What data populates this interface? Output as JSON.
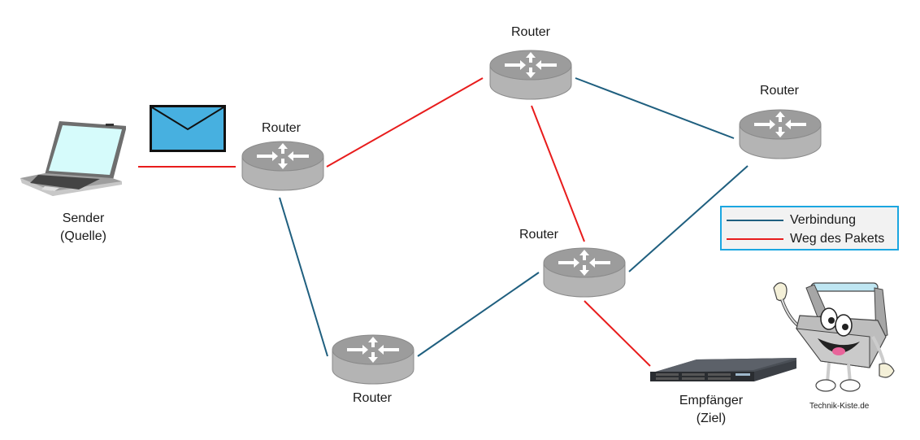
{
  "diagram": {
    "colors": {
      "connection": "#1f5f7f",
      "packet_path": "#e81c1c",
      "router_body": "#b4b4b4",
      "router_top": "#9c9c9c",
      "envelope": "#47b0e0",
      "legend_border": "#1ba6e0",
      "legend_bg": "#f2f2f2"
    },
    "nodes": [
      {
        "id": "sender",
        "type": "laptop",
        "label_line1": "Sender",
        "label_line2": "(Quelle)"
      },
      {
        "id": "router-1",
        "type": "router",
        "label": "Router"
      },
      {
        "id": "router-top",
        "type": "router",
        "label": "Router"
      },
      {
        "id": "router-right",
        "type": "router",
        "label": "Router"
      },
      {
        "id": "router-mid",
        "type": "router",
        "label": "Router"
      },
      {
        "id": "router-bottom",
        "type": "router",
        "label": "Router"
      },
      {
        "id": "receiver",
        "type": "server",
        "label_line1": "Empfänger",
        "label_line2": "(Ziel)"
      }
    ],
    "edges": [
      {
        "from": "sender",
        "to": "router-1",
        "kind": "packet_path"
      },
      {
        "from": "router-1",
        "to": "router-top",
        "kind": "packet_path"
      },
      {
        "from": "router-top",
        "to": "router-mid",
        "kind": "packet_path"
      },
      {
        "from": "router-mid",
        "to": "receiver",
        "kind": "packet_path"
      },
      {
        "from": "router-top",
        "to": "router-right",
        "kind": "connection"
      },
      {
        "from": "router-right",
        "to": "router-mid",
        "kind": "connection"
      },
      {
        "from": "router-1",
        "to": "router-bottom",
        "kind": "connection"
      },
      {
        "from": "router-bottom",
        "to": "router-mid",
        "kind": "connection"
      }
    ],
    "packet_icon": "envelope-icon",
    "legend": {
      "items": [
        {
          "kind": "connection",
          "label": "Verbindung"
        },
        {
          "kind": "packet_path",
          "label": "Weg des Pakets"
        }
      ]
    },
    "mascot": {
      "icon": "toolbox-mascot-icon",
      "caption": "Technik-Kiste.de"
    }
  }
}
